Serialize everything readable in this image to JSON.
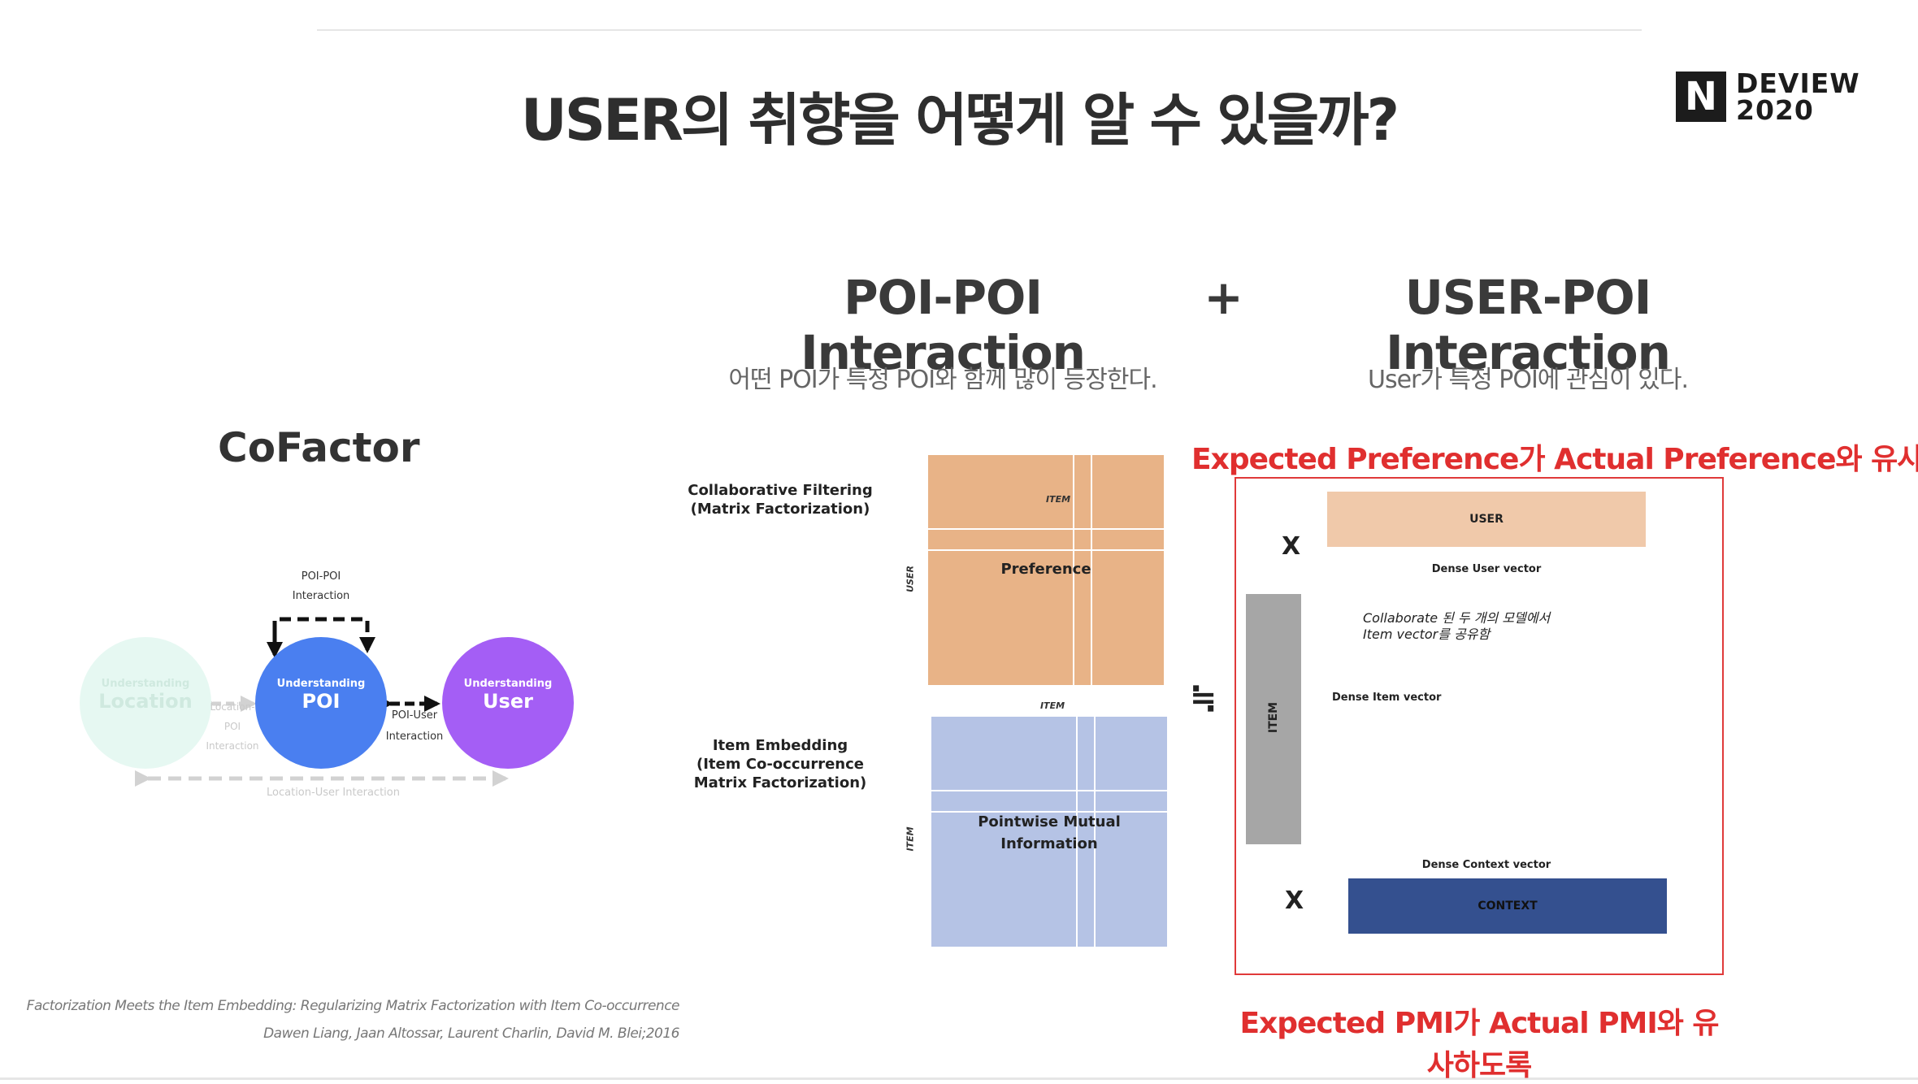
{
  "title": "USER의 취향을 어떻게 알 수 있을까?",
  "logo": {
    "mark": "N",
    "line1": "DEVIEW",
    "line2": "2020"
  },
  "headers": {
    "poi_poi": {
      "title": "POI-POI Interaction",
      "subtitle": "어떤 POI가 특정 POI와 함께 많이 등장한다."
    },
    "plus": "+",
    "user_poi": {
      "title": "USER-POI Interaction",
      "subtitle": "User가 특정 POI에 관심이 있다."
    }
  },
  "cofactor": {
    "title": "CoFactor",
    "circles": {
      "location": {
        "small": "Understanding",
        "big": "Location",
        "color": "#e6f8f2"
      },
      "poi": {
        "small": "Understanding",
        "big": "POI",
        "color": "#4a7ff0"
      },
      "user": {
        "small": "Understanding",
        "big": "User",
        "color": "#a45ef5"
      }
    },
    "edges": {
      "poi_poi": [
        "POI-POI",
        "Interaction"
      ],
      "location_poi": [
        "Location-",
        "POI",
        "Interaction"
      ],
      "poi_user": [
        "POI-User",
        "Interaction"
      ],
      "location_user": "Location-User Interaction"
    }
  },
  "matrices": {
    "cf_label": [
      "Collaborative Filtering",
      "(Matrix Factorization)"
    ],
    "ie_label": [
      "Item Embedding",
      "(Item Co-occurrence",
      "Matrix Factorization)"
    ],
    "preference": {
      "label": "Preference",
      "axis_top": "ITEM",
      "axis_side": "USER",
      "color": "#e8b387"
    },
    "pmi": {
      "label": [
        "Pointwise Mutual",
        "Information"
      ],
      "axis_top": "ITEM",
      "axis_side": "ITEM",
      "color": "#b5c3e5"
    }
  },
  "factorization": {
    "top_caption": "Expected Preference가 Actual Preference와 유사하도록",
    "bottom_caption": "Expected PMI가 Actual PMI와 유사하도록",
    "approx": "≒",
    "x_mark": "X",
    "user_bar": {
      "label": "USER",
      "color": "#f0c9aa"
    },
    "dense_user": "Dense User vector",
    "note": [
      "Collaborate 된 두 개의 모델에서",
      "Item vector를 공유함"
    ],
    "item_bar": {
      "label": "ITEM",
      "color": "#a6a6a6"
    },
    "dense_item": "Dense Item vector",
    "dense_context": "Dense Context vector",
    "context_bar": {
      "label": "CONTEXT",
      "color": "#34508f"
    },
    "frame_color": "#e03a3a"
  },
  "citation": {
    "line1": "Factorization Meets the Item Embedding: Regularizing Matrix Factorization with Item Co-occurrence",
    "line2": "Dawen Liang, Jaan Altossar, Laurent Charlin, David M. Blei;2016"
  }
}
